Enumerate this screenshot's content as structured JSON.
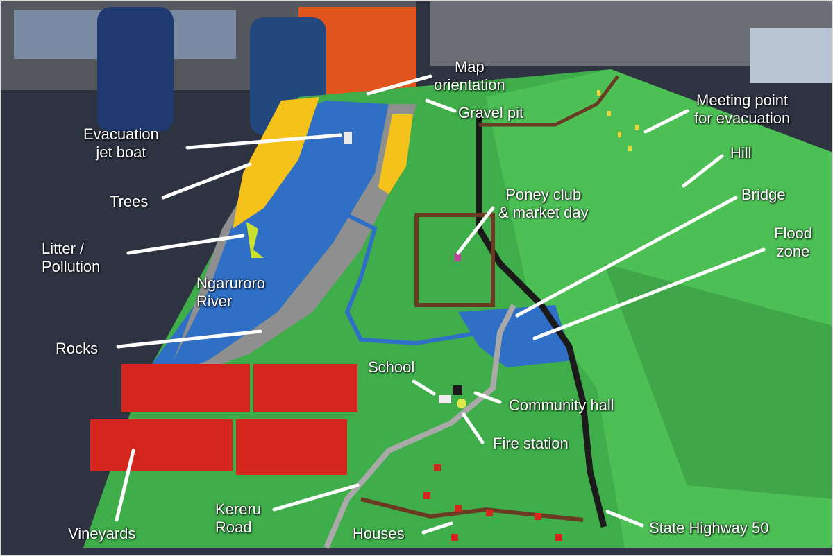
{
  "labels": {
    "map_orientation": [
      "Map",
      "orientation"
    ],
    "gravel_pit": "Gravel pit",
    "meeting_point": [
      "Meeting point",
      "for evacuation"
    ],
    "evacuation_jet_boat": [
      "Evacuation",
      "jet boat"
    ],
    "hill": "Hill",
    "trees": "Trees",
    "bridge": "Bridge",
    "poney_club": [
      "Poney club",
      "& market day"
    ],
    "flood_zone": [
      "Flood",
      "zone"
    ],
    "litter_pollution": [
      "Litter /",
      "Pollution"
    ],
    "river": [
      "Ngaruroro",
      "River"
    ],
    "rocks": "Rocks",
    "school": "School",
    "community_hall": "Community hall",
    "fire_station": "Fire station",
    "vineyards": "Vineyards",
    "kereru_road": [
      "Kereru",
      "Road"
    ],
    "houses": "Houses",
    "state_highway": "State Highway 50"
  },
  "colors": {
    "carpet": "#2e3342",
    "grass": "#3fae4a",
    "hill": "#4cbf55",
    "river": "#2f6fc6",
    "rocks": "#8f8f8f",
    "trees": "#f4c21a",
    "vineyard": "#d5261e",
    "road_dark": "#1b1b1b",
    "road_brown": "#6a3a22",
    "path_grey": "#a9a9a9"
  }
}
